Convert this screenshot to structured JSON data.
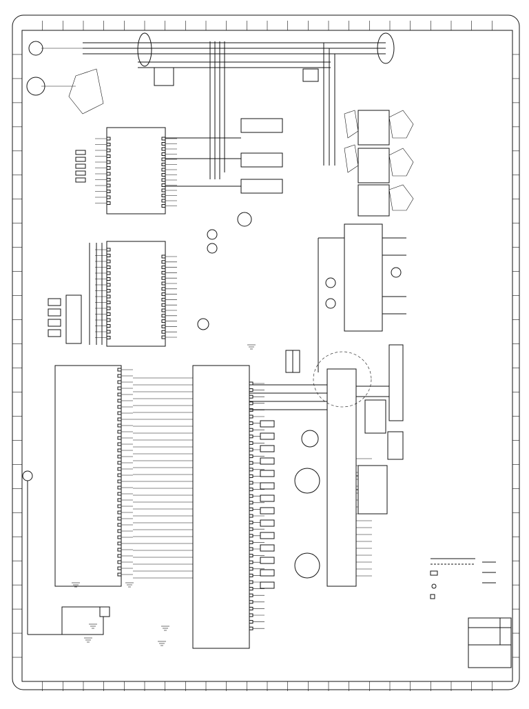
{
  "sheet": {
    "title": "",
    "document_number": "",
    "revision": ""
  },
  "zone_columns": [],
  "zone_rows": [],
  "blocks": [
    {
      "id": "1ccb",
      "label": ""
    },
    {
      "id": "2ccb",
      "label": ""
    },
    {
      "id": "encu",
      "label": ""
    },
    {
      "id": "pcm",
      "label": ""
    },
    {
      "id": "mm",
      "label": ""
    },
    {
      "id": "sm",
      "label": ""
    },
    {
      "id": "dm",
      "label": ""
    }
  ],
  "legend": {
    "entries": []
  },
  "notes": {
    "items": []
  },
  "title_block": {
    "label_left": "",
    "label_right": "",
    "document_number": "",
    "revision": "",
    "title": "",
    "subtitle": ""
  },
  "colors": {
    "ink": "#111111",
    "paper": "#ffffff"
  }
}
